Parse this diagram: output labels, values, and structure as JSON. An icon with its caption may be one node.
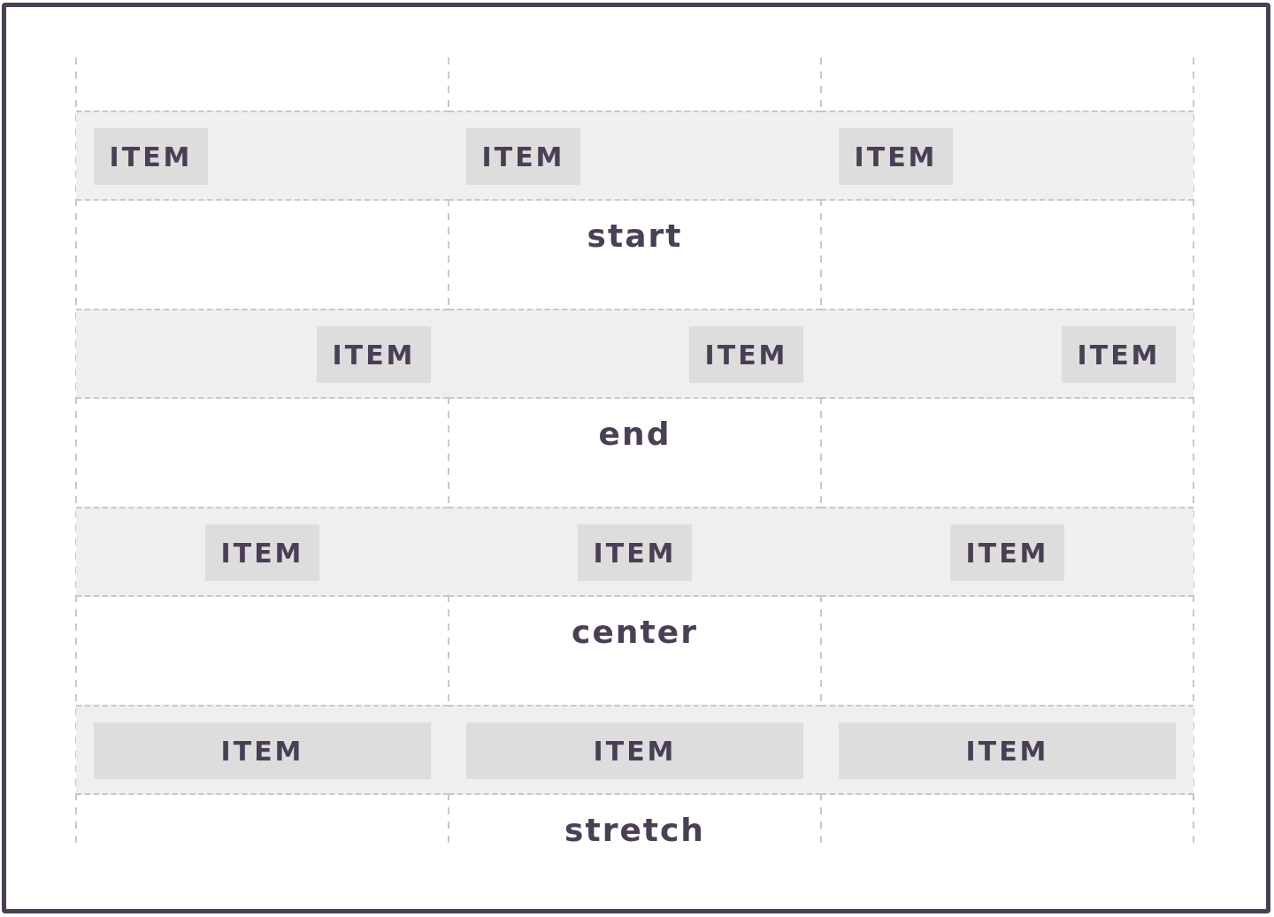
{
  "diagram": {
    "nodes": [
      {
        "text": [
          "ITEM"
        ]
      },
      {
        "text": [
          "ITEM"
        ]
      },
      {
        "text": [
          "ITEM"
        ]
      },
      {
        "text": [
          "ITEM"
        ]
      },
      {
        "text": [
          "ITEM"
        ]
      },
      {
        "text": [
          "ITEM"
        ]
      },
      {
        "text": [
          "ITEM"
        ]
      },
      {
        "text": [
          "ITEM"
        ]
      },
      {
        "text": [
          "ITEM"
        ]
      },
      {
        "text": [
          "ITEM"
        ]
      },
      {
        "text": [
          "ITEM"
        ]
      },
      {
        "text": [
          "ITEM"
        ]
      }
    ],
    "labels": [
      "start",
      "end",
      "center",
      "stretch"
    ]
  }
}
